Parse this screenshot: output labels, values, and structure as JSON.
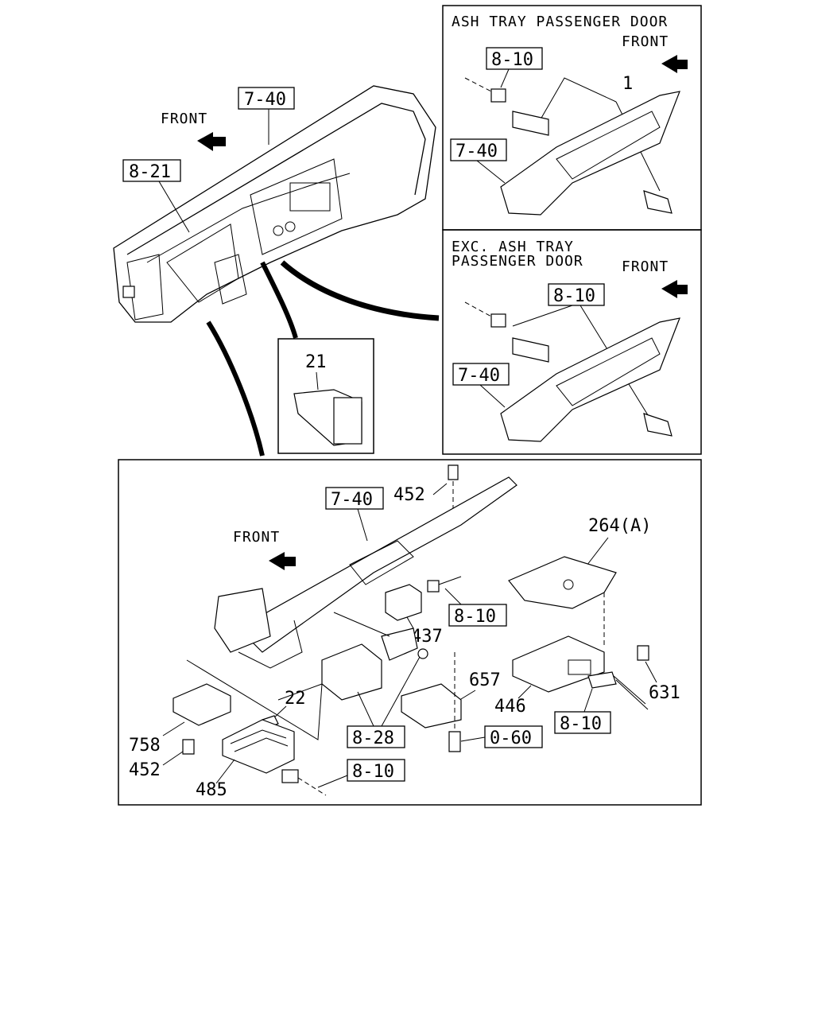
{
  "main": {
    "front_label": "FRONT",
    "ref_7_40": "7-40",
    "ref_8_21": "8-21",
    "inset_part": "21"
  },
  "panel_ash_tray": {
    "title": "ASH TRAY PASSENGER DOOR",
    "front_label": "FRONT",
    "ref_8_10": "8-10",
    "ref_7_40": "7-40",
    "part_1": "1"
  },
  "panel_exc_ash_tray": {
    "title_line1": "EXC. ASH TRAY",
    "title_line2": "PASSENGER DOOR",
    "front_label": "FRONT",
    "ref_8_10": "8-10",
    "ref_7_40": "7-40"
  },
  "lower_panel": {
    "front_label": "FRONT",
    "ref_7_40": "7-40",
    "part_452_top": "452",
    "part_264a": "264(A)",
    "ref_8_10_a": "8-10",
    "part_437": "437",
    "part_657": "657",
    "part_631": "631",
    "part_446": "446",
    "ref_8_10_b": "8-10",
    "part_22": "22",
    "part_758": "758",
    "part_452_bottom": "452",
    "ref_8_28": "8-28",
    "ref_0_60": "0-60",
    "part_485": "485",
    "ref_8_10_c": "8-10"
  }
}
